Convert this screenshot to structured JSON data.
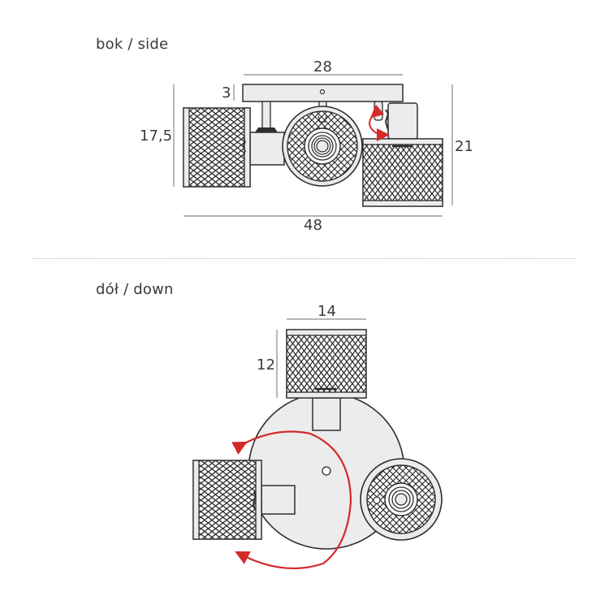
{
  "sections": {
    "side": {
      "title": "bok / side"
    },
    "down": {
      "title": "dół / down"
    }
  },
  "dimensions": {
    "side": {
      "base_width": "28",
      "base_height": "3",
      "shade_height": "17,5",
      "total_height": "21",
      "total_width": "48"
    },
    "down": {
      "shade_width": "14",
      "shade_height": "12"
    }
  },
  "colors": {
    "stroke": "#2e2e2e",
    "fill_light": "#ececec",
    "dim_line": "#8a8a8a",
    "arrow_red": "#d42a2a",
    "text": "#3a3a3a"
  },
  "icons": {
    "rotation_arrow_side": "rotate-arrow-icon",
    "rotation_arrow_down": "rotate-arc-arrow-icon"
  }
}
